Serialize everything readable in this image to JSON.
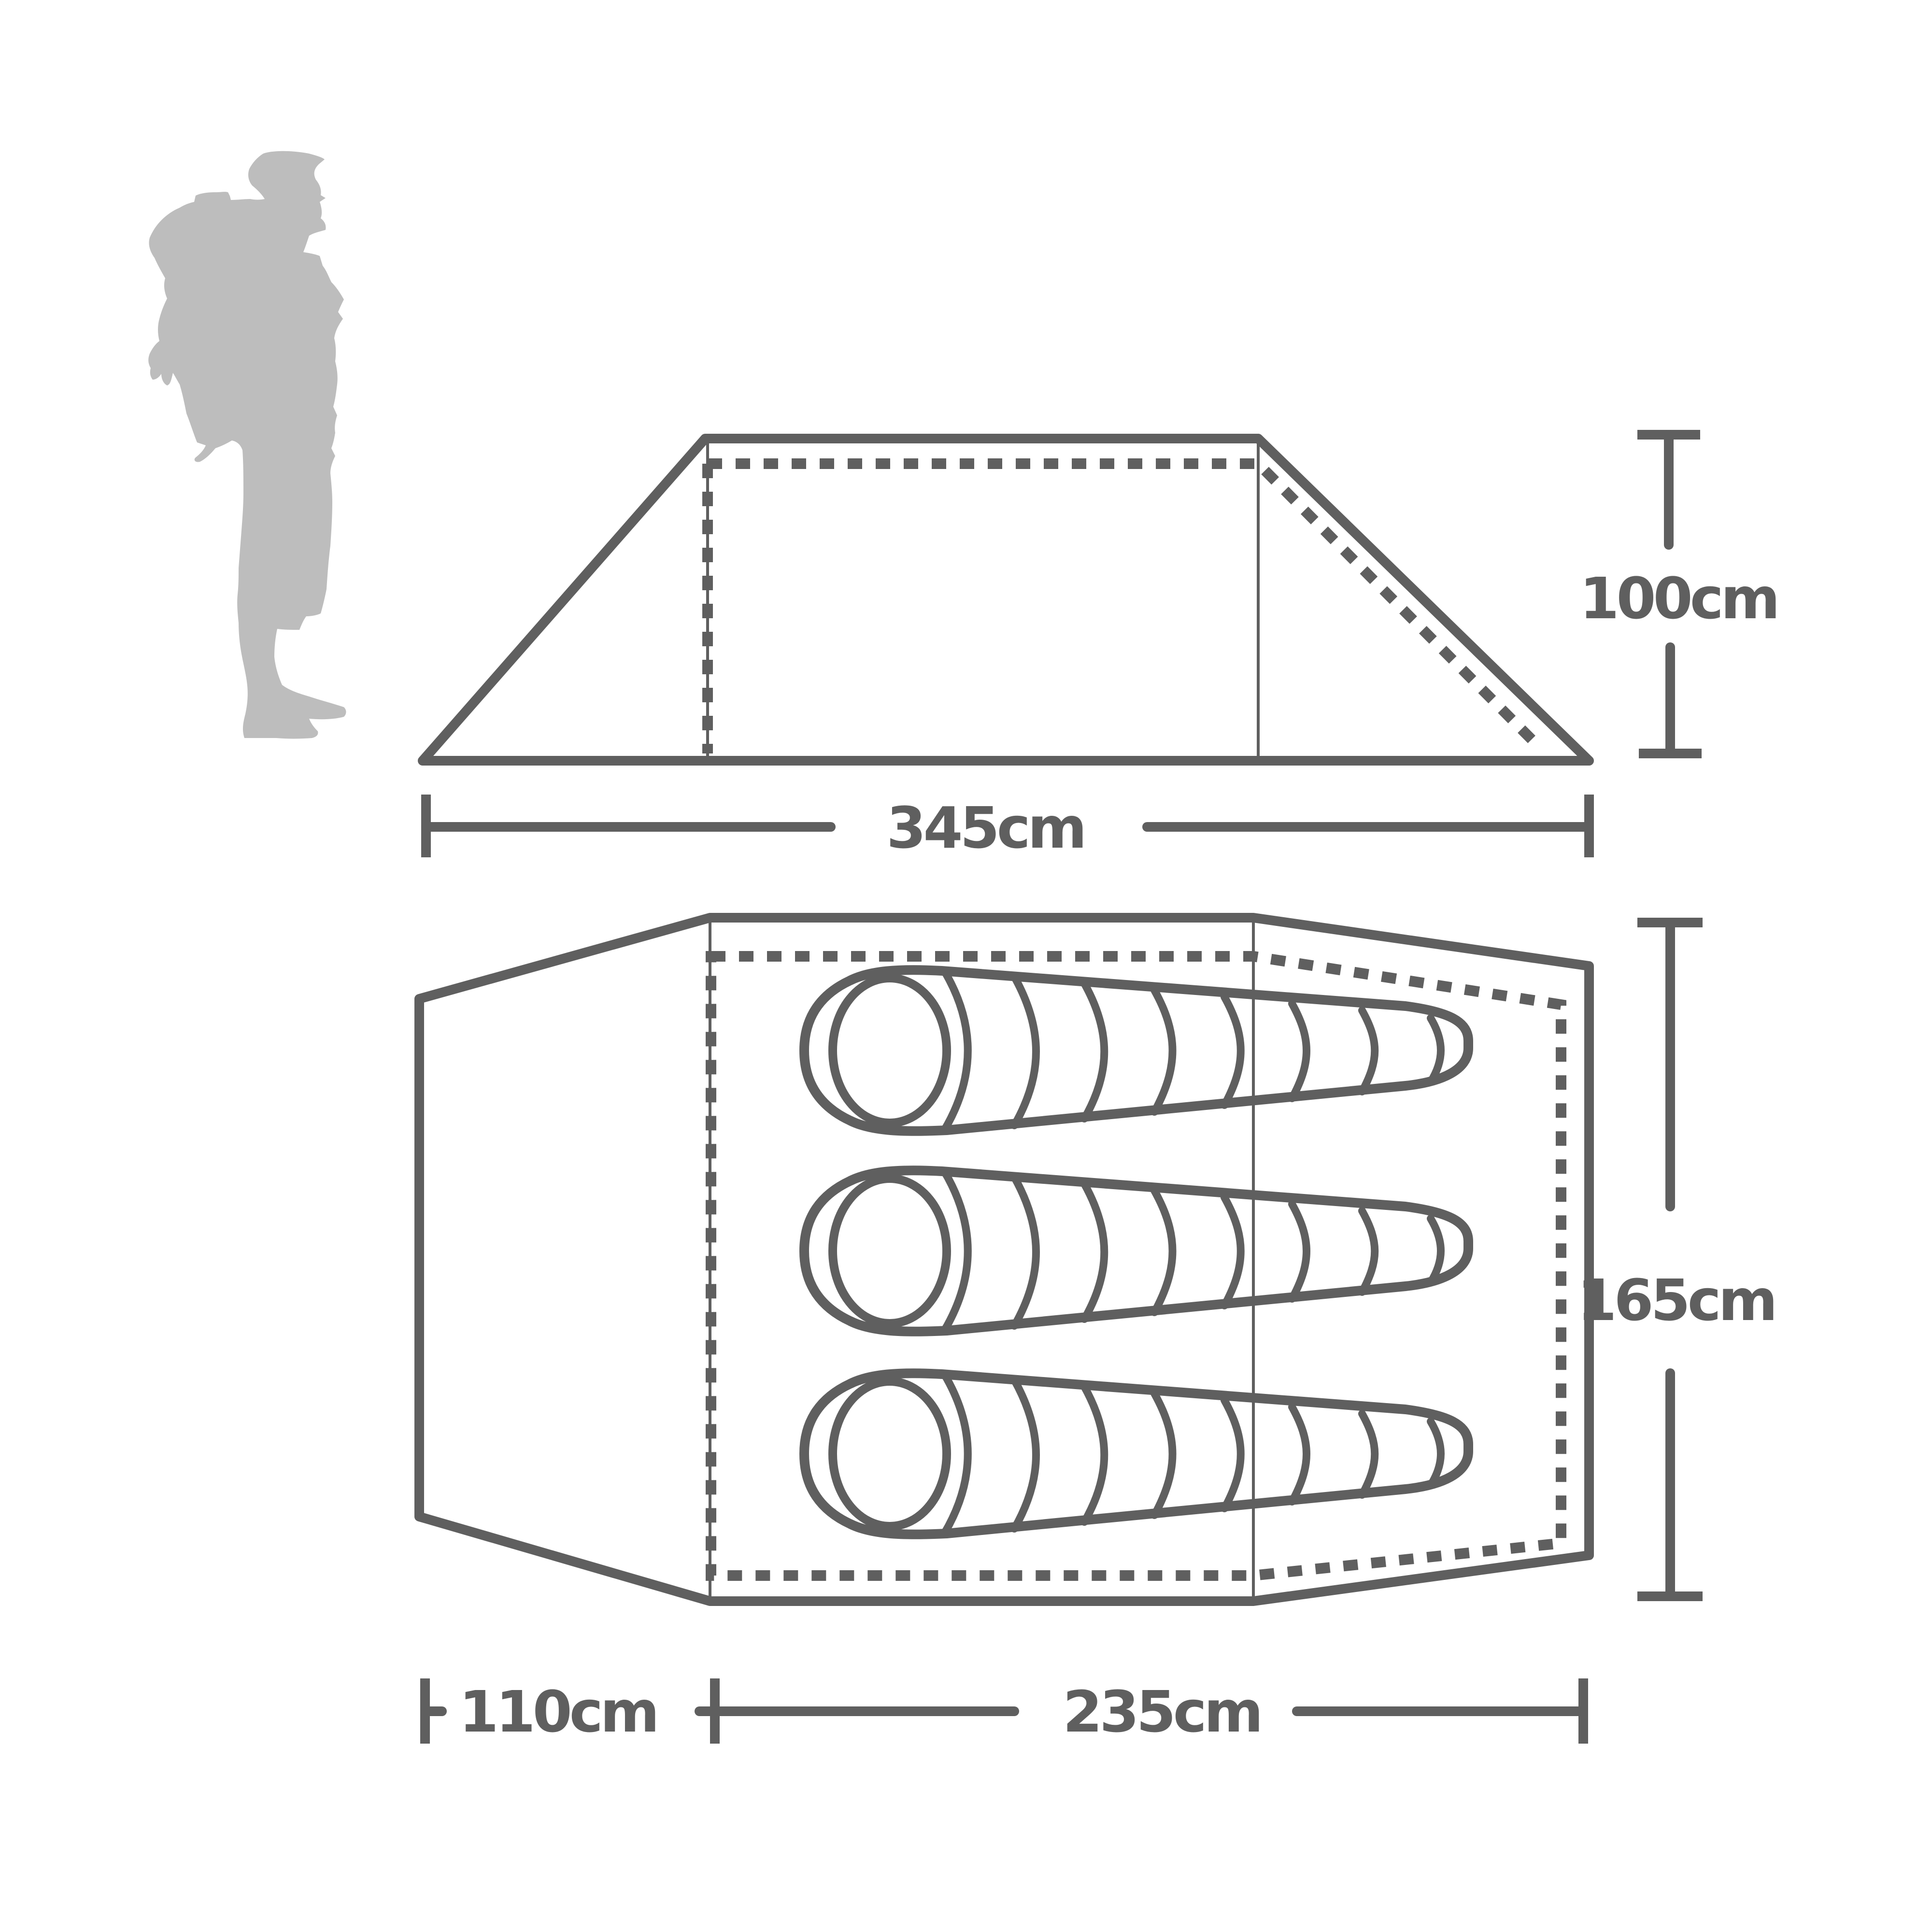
{
  "diagram": {
    "title": "Tent dimensions: side elevation and floor plan with 3 sleeping bags",
    "colors": {
      "line": "#5f5f5f",
      "silhouette": "#bdbdbd",
      "background": "#ffffff"
    },
    "side_view": {
      "height_label": "100cm",
      "total_length_label": "345cm"
    },
    "plan_view": {
      "vestibule_length_label": "110cm",
      "inner_length_label": "235cm",
      "width_label": "165cm",
      "sleeping_bags": 3
    },
    "scale_reference": {
      "icon": "backpacker-silhouette-icon"
    }
  }
}
